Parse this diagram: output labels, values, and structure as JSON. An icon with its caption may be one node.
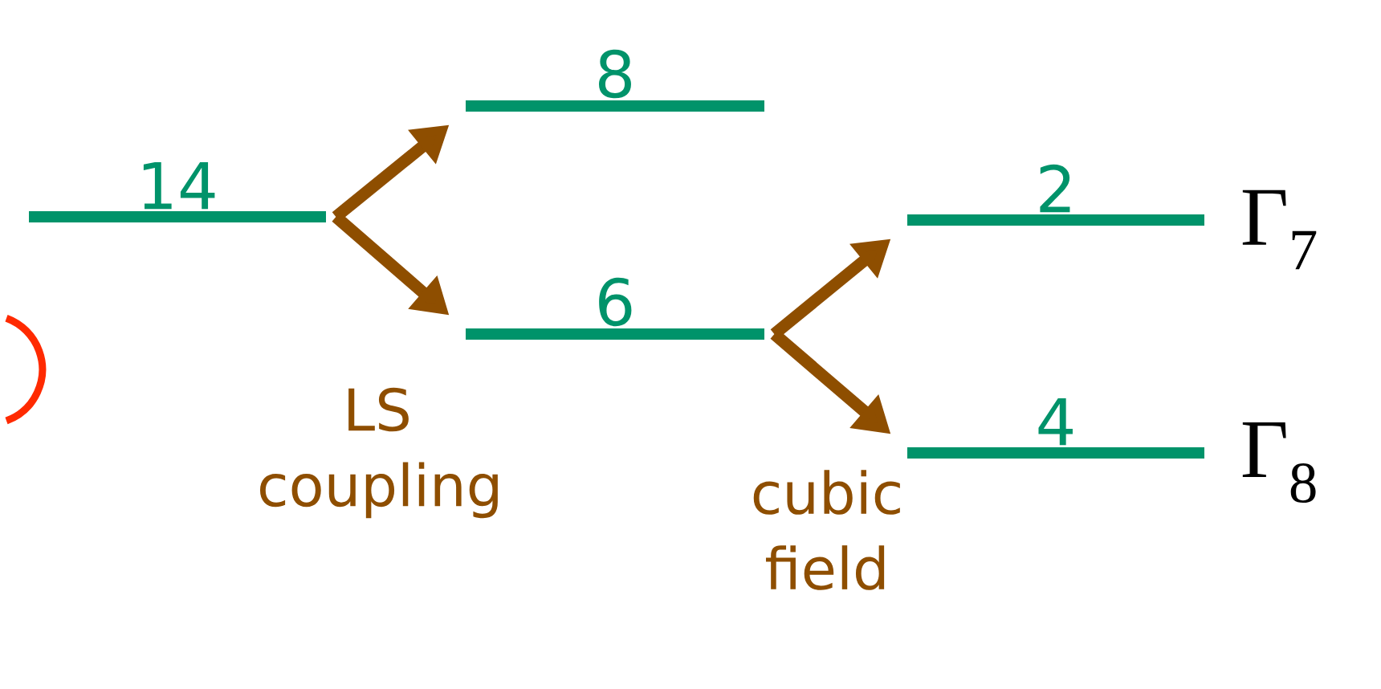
{
  "diagram": {
    "nodes": [
      {
        "text": [
          "14"
        ]
      },
      {
        "text": [
          "8"
        ]
      },
      {
        "text": [
          "6"
        ]
      },
      {
        "text": [
          "2"
        ],
        "beside": [
          "Γ$_{7}$"
        ]
      },
      {
        "text": [
          "4"
        ],
        "beside": [
          "Γ$_{8}$"
        ]
      }
    ],
    "edges": [
      {
        "from": 0,
        "to": 1,
        "arrow": "to"
      },
      {
        "from": 0,
        "to": 2,
        "arrow": "to"
      },
      {
        "from": 2,
        "to": 3,
        "arrow": "to"
      },
      {
        "from": 2,
        "to": 4,
        "arrow": "to"
      }
    ],
    "labels": [
      "LS coupling",
      "cubic field"
    ]
  }
}
